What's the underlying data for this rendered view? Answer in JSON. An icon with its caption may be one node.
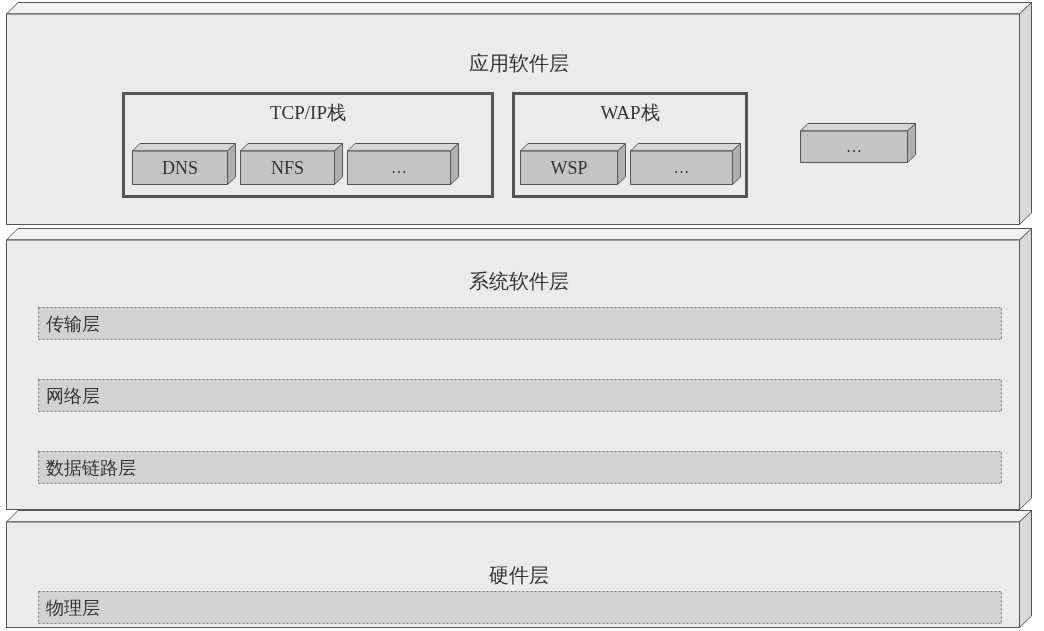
{
  "diagram": {
    "nodes": [
      {
        "text": [
          "应用软件层"
        ]
      },
      {
        "text": [
          "TCP/IP栈"
        ],
        "in": 0
      },
      {
        "text": [
          "DNS"
        ],
        "in": 1
      },
      {
        "text": [
          "NFS"
        ],
        "in": 1
      },
      {
        "text": [
          "…"
        ],
        "in": 1
      },
      {
        "text": [
          "WAP栈"
        ],
        "in": 0
      },
      {
        "text": [
          "WSP"
        ],
        "in": 5
      },
      {
        "text": [
          "…"
        ],
        "in": 5
      },
      {
        "text": [
          "…"
        ],
        "in": 0
      },
      {
        "text": [
          "系统软件层"
        ]
      },
      {
        "text": [
          "传输层"
        ],
        "in": 9
      },
      {
        "text": [
          "网络层"
        ],
        "in": 9
      },
      {
        "text": [
          "数据链路层"
        ],
        "in": 9
      },
      {
        "text": [
          "硬件层"
        ]
      },
      {
        "text": [
          "物理层"
        ],
        "in": 13
      }
    ]
  }
}
